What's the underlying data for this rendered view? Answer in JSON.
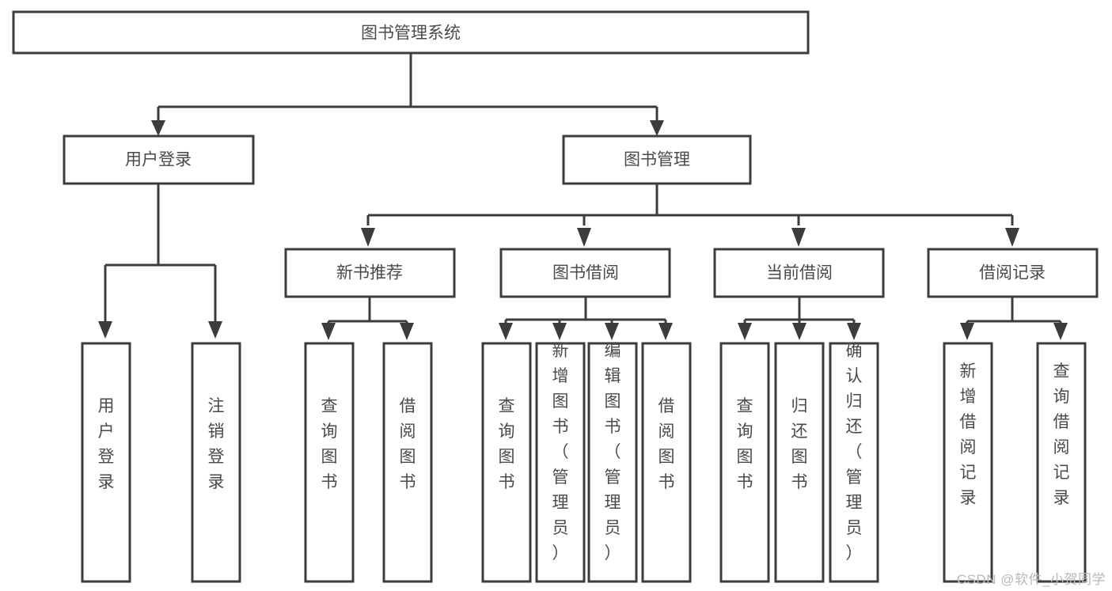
{
  "diagram": {
    "title": "图书管理系统",
    "type": "tree-hierarchy",
    "watermark": "CSDN @软件_小贺同学",
    "colors": {
      "box_stroke": "#3c3c3c",
      "box_fill": "#ffffff",
      "text": "#4a4a4a",
      "connector": "#3c3c3c",
      "background": "#ffffff",
      "watermark": "#b9b9b9"
    },
    "levels": {
      "root": {
        "label": "图书管理系统"
      },
      "level2": [
        {
          "label": "用户登录"
        },
        {
          "label": "图书管理"
        }
      ],
      "level3": [
        {
          "label": "新书推荐"
        },
        {
          "label": "图书借阅"
        },
        {
          "label": "当前借阅"
        },
        {
          "label": "借阅记录"
        }
      ],
      "leaves": {
        "user_login": [
          {
            "label": "用户登录"
          },
          {
            "label": "注销登录"
          }
        ],
        "new_book_recommend": [
          {
            "label": "查询图书"
          },
          {
            "label": "借阅图书"
          }
        ],
        "book_borrow": [
          {
            "label": "查询图书"
          },
          {
            "label": "新增图书（管理员）"
          },
          {
            "label": "编辑图书（管理员）"
          },
          {
            "label": "借阅图书"
          }
        ],
        "current_borrow": [
          {
            "label": "查询图书"
          },
          {
            "label": "归还图书"
          },
          {
            "label": "确认归还（管理员）"
          }
        ],
        "borrow_record": [
          {
            "label": "新增借阅记录"
          },
          {
            "label": "查询借阅记录"
          }
        ]
      }
    }
  }
}
